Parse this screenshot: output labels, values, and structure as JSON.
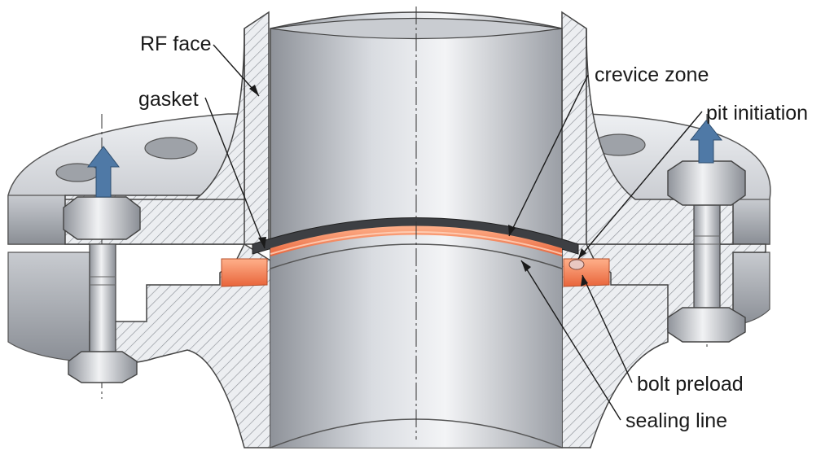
{
  "labels": {
    "rf_face": "RF face",
    "gasket": "gasket",
    "crevice_zone": "crevice zone",
    "pit_initiation": "pit initiation",
    "bolt_preload": "bolt preload",
    "sealing_line": "sealing line"
  },
  "colors": {
    "metal_light": "#e6e8ec",
    "metal_mid": "#b9bcc2",
    "metal_dark": "#7f838a",
    "gasket": "#3d3f43",
    "crevice_glow": "#f07a4a",
    "arrow": "#4f79a6"
  }
}
